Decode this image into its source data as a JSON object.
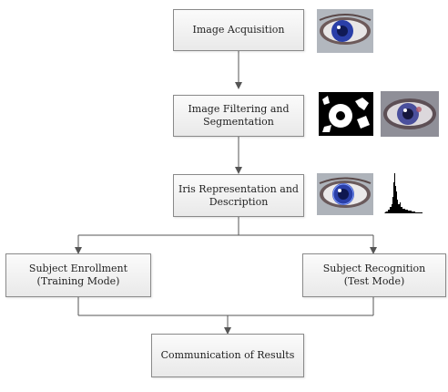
{
  "steps": {
    "acquisition": {
      "line1": "Image Acquisition"
    },
    "filtering": {
      "line1": "Image Filtering and",
      "line2": "Segmentation"
    },
    "representation": {
      "line1": "Iris Representation and",
      "line2": "Description"
    },
    "enrollment": {
      "line1": "Subject Enrollment",
      "line2": "(Training Mode)"
    },
    "recognition": {
      "line1": "Subject Recognition",
      "line2": "(Test Mode)"
    },
    "results": {
      "line1": "Communication of Results"
    }
  },
  "colors": {
    "line": "#555555",
    "box_border": "#8a8a8a",
    "iris_blue": "#2a3fa8",
    "eye_skin": "#9aa0a8"
  },
  "images": [
    "eye-photo-acquisition",
    "segmentation-mask",
    "eye-photo-filtered",
    "eye-photo-representation",
    "iris-histogram"
  ]
}
